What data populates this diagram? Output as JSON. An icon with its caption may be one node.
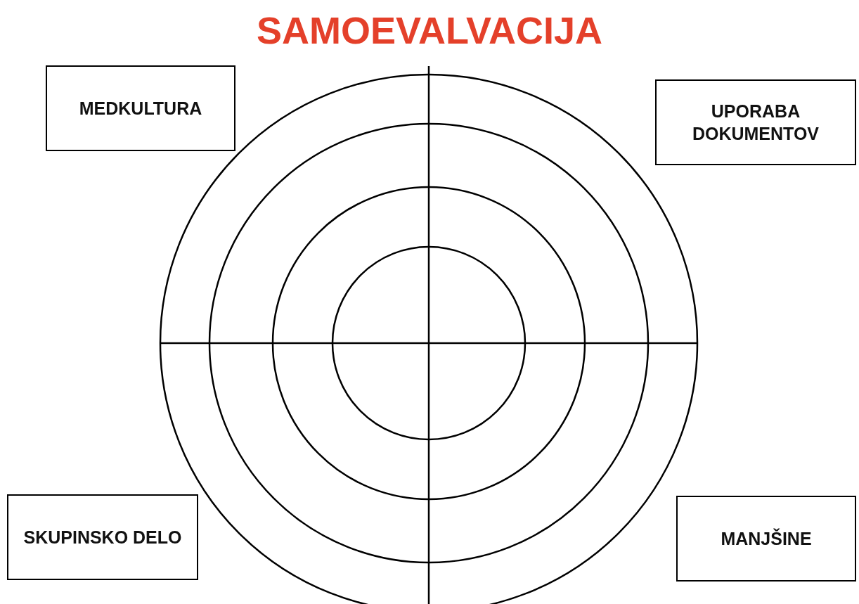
{
  "diagram": {
    "title": "SAMOEVALVACIJA",
    "nodes": [
      {
        "text": [
          "MEDKULTURA"
        ]
      },
      {
        "text": [
          "UPORABA DOKUMENTOV"
        ]
      },
      {
        "text": [
          "SKUPINSKO DELO"
        ]
      },
      {
        "text": [
          "MANJŠINE"
        ]
      }
    ],
    "edges": []
  }
}
